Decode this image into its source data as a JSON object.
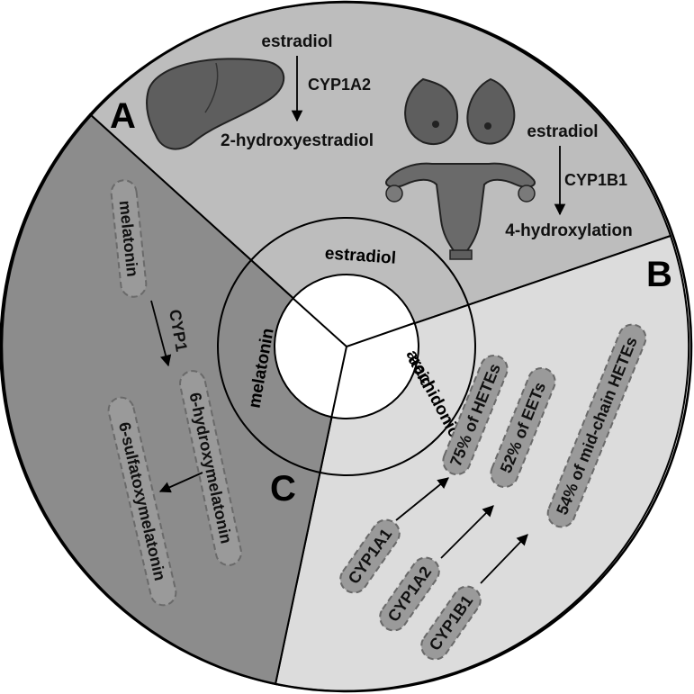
{
  "sections": {
    "A": {
      "letter": "A",
      "ring_label": "estradiol",
      "liver": {
        "from": "estradiol",
        "enzyme": "CYP1A2",
        "to": "2-hydroxyestradiol"
      },
      "breast": {
        "from": "estradiol",
        "enzyme": "CYP1B1",
        "to": "4-hydroxylation"
      }
    },
    "B": {
      "letter": "B",
      "ring_label_line1": "arachidonic",
      "ring_label_line2": "acid",
      "enzymes": [
        "CYP1A1",
        "CYP1A2",
        "CYP1B1"
      ],
      "products": [
        "75% of HETEs",
        "52% of EETs",
        "54% of mid-chain HETEs"
      ]
    },
    "C": {
      "letter": "C",
      "ring_label": "melatonin",
      "substrate": "melatonin",
      "enzyme": "CYP1",
      "product1": "6-hydroxymelatonin",
      "product2": "6-sulfatoxymelatonin"
    }
  },
  "colors": {
    "section_A": "#bdbdbd",
    "section_B": "#dcdcdc",
    "section_C": "#8c8c8c",
    "pill_fill": "#9a9a9a",
    "organ_fill": "#5e5e5e"
  },
  "icons": [
    "liver-icon",
    "breasts-icon",
    "uterus-icon"
  ]
}
